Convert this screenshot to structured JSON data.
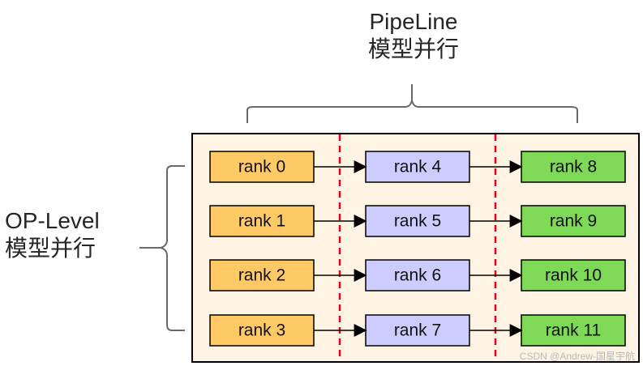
{
  "top_label": {
    "line1": "PipeLine",
    "line2": "模型并行"
  },
  "left_label": {
    "line1": "OP-Level",
    "line2": "模型并行"
  },
  "stages": [
    {
      "color": "#ffc966",
      "border": "#000000",
      "ranks": [
        "rank 0",
        "rank 1",
        "rank 2",
        "rank 3"
      ]
    },
    {
      "color": "#ccccff",
      "border": "#000000",
      "ranks": [
        "rank 4",
        "rank 5",
        "rank 6",
        "rank 7"
      ]
    },
    {
      "color": "#7ed957",
      "border": "#000000",
      "ranks": [
        "rank 8",
        "rank 9",
        "rank 10",
        "rank 11"
      ]
    }
  ],
  "watermark": "CSDN @Andrew-国星宇航",
  "colors": {
    "panel_fill": "#fff3e3",
    "panel_border": "#000000",
    "divider": "#e8001a",
    "brace": "#6a6a6a",
    "arrow": "#000000"
  }
}
